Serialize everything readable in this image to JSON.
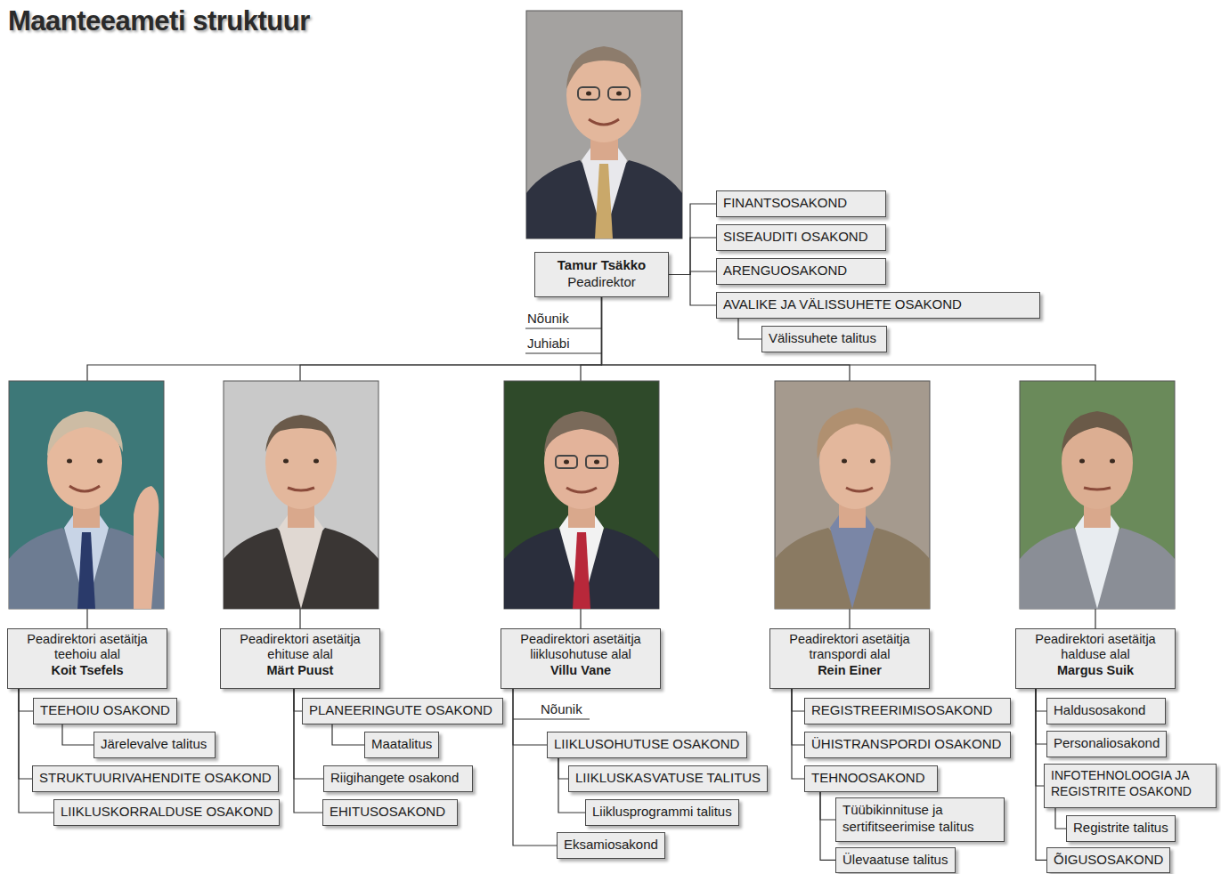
{
  "diagram": {
    "title": "Maanteeameti struktuur",
    "nodes": [
      {
        "text": [
          "Tamur Tsäkko",
          "Peadirektor"
        ]
      },
      {
        "text": [
          "FINANTSOSAKOND"
        ]
      },
      {
        "text": [
          "SISEAUDITI OSAKOND"
        ]
      },
      {
        "text": [
          "ARENGUOSAKOND"
        ]
      },
      {
        "text": [
          "AVALIKE JA VÄLISSUHETE OSAKOND"
        ]
      },
      {
        "text": [
          "Välissuhete talitus"
        ]
      },
      {
        "text": [
          "Peadirektori asetäitja teehoiu alal",
          "Koit Tsefels"
        ]
      },
      {
        "text": [
          "TEEHOIU OSAKOND"
        ]
      },
      {
        "text": [
          "Järelevalve talitus"
        ]
      },
      {
        "text": [
          "STRUKTUURIVAHENDITE OSAKOND"
        ]
      },
      {
        "text": [
          "LIIKLUSKORRALDUSE OSAKOND"
        ]
      },
      {
        "text": [
          "Peadirektori asetäitja ehituse alal",
          "Märt Puust"
        ]
      },
      {
        "text": [
          "PLANEERINGUTE OSAKOND"
        ]
      },
      {
        "text": [
          "Maatalitus"
        ]
      },
      {
        "text": [
          "Riigihangete osakond"
        ]
      },
      {
        "text": [
          "EHITUSOSAKOND"
        ]
      },
      {
        "text": [
          "Peadirektori asetäitja liiklusohutuse alal",
          "Villu Vane"
        ]
      },
      {
        "text": [
          "LIIKLUSOHUTUSE OSAKOND"
        ]
      },
      {
        "text": [
          "LIIKLUSKASVATUSE TALITUS"
        ]
      },
      {
        "text": [
          "Liiklusprogrammi talitus"
        ]
      },
      {
        "text": [
          "Eksamiosakond"
        ]
      },
      {
        "text": [
          "Peadirektori asetäitja transpordi alal",
          "Rein Einer"
        ]
      },
      {
        "text": [
          "REGISTREERIMISOSAKOND"
        ]
      },
      {
        "text": [
          "ÜHISTRANSPORDI OSAKOND"
        ]
      },
      {
        "text": [
          "TEHNOOSAKOND"
        ]
      },
      {
        "text": [
          "Tüübikinnituse ja sertifitseerimise talitus"
        ]
      },
      {
        "text": [
          "Ülevaatuse talitus"
        ]
      },
      {
        "text": [
          "Peadirektori asetäitja halduse alal",
          "Margus Suik"
        ]
      },
      {
        "text": [
          "Haldusosakond"
        ]
      },
      {
        "text": [
          "Personaliosakond"
        ]
      },
      {
        "text": [
          "INFOTEHNOLOOGIA JA REGISTRITE OSAKOND"
        ]
      },
      {
        "text": [
          "Registrite talitus"
        ]
      },
      {
        "text": [
          "ÕIGUSOSAKOND"
        ]
      }
    ],
    "edges": [
      {
        "from": 0,
        "to": 1,
        "arrow": "none"
      },
      {
        "from": 0,
        "to": 2,
        "arrow": "none"
      },
      {
        "from": 0,
        "to": 3,
        "arrow": "none"
      },
      {
        "from": 0,
        "to": 4,
        "arrow": "none"
      },
      {
        "from": 4,
        "to": 5,
        "arrow": "none"
      },
      {
        "from": 0,
        "to": 6,
        "arrow": "none"
      },
      {
        "from": 6,
        "to": 7,
        "arrow": "none"
      },
      {
        "from": 7,
        "to": 8,
        "arrow": "none"
      },
      {
        "from": 6,
        "to": 9,
        "arrow": "none"
      },
      {
        "from": 6,
        "to": 10,
        "arrow": "none"
      },
      {
        "from": 0,
        "to": 11,
        "arrow": "none"
      },
      {
        "from": 11,
        "to": 12,
        "arrow": "none"
      },
      {
        "from": 12,
        "to": 13,
        "arrow": "none"
      },
      {
        "from": 11,
        "to": 14,
        "arrow": "none"
      },
      {
        "from": 11,
        "to": 15,
        "arrow": "none"
      },
      {
        "from": 0,
        "to": 16,
        "arrow": "none"
      },
      {
        "from": 16,
        "to": 17,
        "arrow": "none"
      },
      {
        "from": 17,
        "to": 18,
        "arrow": "none"
      },
      {
        "from": 17,
        "to": 19,
        "arrow": "none"
      },
      {
        "from": 16,
        "to": 20,
        "arrow": "none"
      },
      {
        "from": 0,
        "to": 21,
        "arrow": "none"
      },
      {
        "from": 21,
        "to": 22,
        "arrow": "none"
      },
      {
        "from": 21,
        "to": 23,
        "arrow": "none"
      },
      {
        "from": 21,
        "to": 24,
        "arrow": "none"
      },
      {
        "from": 24,
        "to": 25,
        "arrow": "none"
      },
      {
        "from": 24,
        "to": 26,
        "arrow": "none"
      },
      {
        "from": 0,
        "to": 27,
        "arrow": "none"
      },
      {
        "from": 27,
        "to": 28,
        "arrow": "none"
      },
      {
        "from": 27,
        "to": 29,
        "arrow": "none"
      },
      {
        "from": 27,
        "to": 30,
        "arrow": "none"
      },
      {
        "from": 30,
        "to": 31,
        "arrow": "none"
      },
      {
        "from": 27,
        "to": 32,
        "arrow": "none"
      }
    ],
    "labels": [
      "Nõunik",
      "Juhiabi",
      "Nõunik"
    ]
  }
}
